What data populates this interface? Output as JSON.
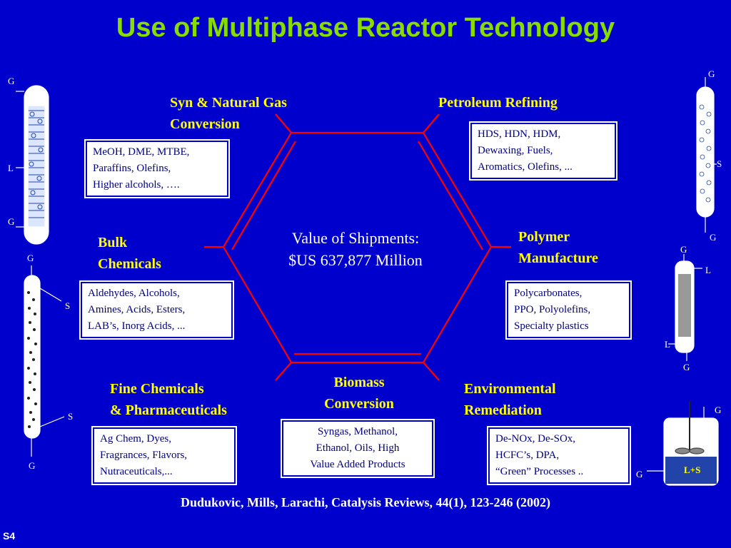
{
  "slide": {
    "title": "Use of Multiphase Reactor Technology",
    "center": {
      "line1": "Value of Shipments:",
      "line2": "$US 637,877 Million"
    },
    "citation": "Dudukovic, Mills, Larachi, Catalysis Reviews, 44(1), 123-246 (2002)",
    "slide_number": "S4"
  },
  "sectors": {
    "syn_gas": {
      "title1": "Syn & Natural Gas",
      "title2": "Conversion",
      "box": [
        "MeOH, DME, MTBE,",
        "Paraffins, Olefins,",
        "Higher alcohols, …."
      ]
    },
    "petroleum": {
      "title1": "Petroleum Refining",
      "box": [
        "HDS, HDN, HDM,",
        "Dewaxing, Fuels,",
        "Aromatics, Olefins, ..."
      ]
    },
    "bulk": {
      "title1": "Bulk",
      "title2": "Chemicals",
      "box": [
        "Aldehydes, Alcohols,",
        "Amines, Acids, Esters,",
        "LAB’s, Inorg Acids, ..."
      ]
    },
    "polymer": {
      "title1": "Polymer",
      "title2": "Manufacture",
      "box": [
        "Polycarbonates,",
        "PPO,  Polyolefins,",
        "Specialty plastics"
      ]
    },
    "fine": {
      "title1": "Fine Chemicals",
      "title2": "& Pharmaceuticals",
      "box": [
        "Ag Chem, Dyes,",
        "Fragrances, Flavors,",
        "Nutraceuticals,..."
      ]
    },
    "biomass": {
      "title1": "Biomass",
      "title2": "Conversion",
      "box": [
        "Syngas, Methanol,",
        "Ethanol, Oils, High",
        "Value Added Products"
      ]
    },
    "environmental": {
      "title1": "Environmental",
      "title2": "Remediation",
      "box": [
        "De-NOx, De-SOx,",
        "HCFC’s, DPA,",
        "“Green” Processes .."
      ]
    }
  },
  "reactor_labels": {
    "r1": {
      "top": "G",
      "mid": "L",
      "bottom": "G"
    },
    "r2": {
      "top": "G",
      "s1": "S",
      "s2": "S",
      "bottom": "G"
    },
    "r3": {
      "top": "G",
      "side": "S",
      "bottom": "G"
    },
    "r4": {
      "top": "G",
      "l1": "L",
      "l2": "L",
      "bottom": "G"
    },
    "r5": {
      "top": "G",
      "inlet": "G",
      "contents": "L+S"
    }
  },
  "colors": {
    "background": "#0000cc",
    "title": "#88dd00",
    "sector_title": "#ffff00",
    "hexagon": "#ff0000",
    "box_text": "#000080"
  }
}
